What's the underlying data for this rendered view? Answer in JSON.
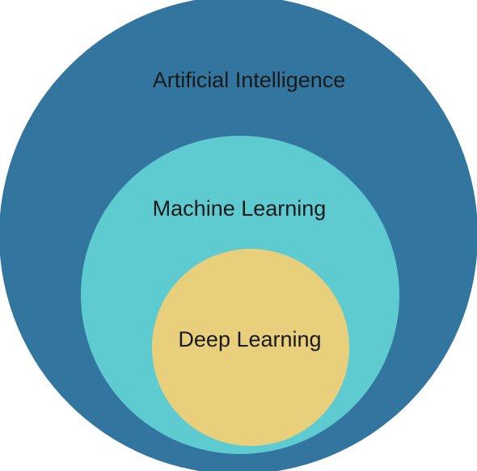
{
  "diagram": {
    "outer": {
      "label": "Artificial Intelligence",
      "color": "#32769f"
    },
    "middle": {
      "label": "Machine Learning",
      "color": "#5ecbd1"
    },
    "inner": {
      "label": "Deep Learning",
      "color": "#e8cf7b"
    }
  }
}
